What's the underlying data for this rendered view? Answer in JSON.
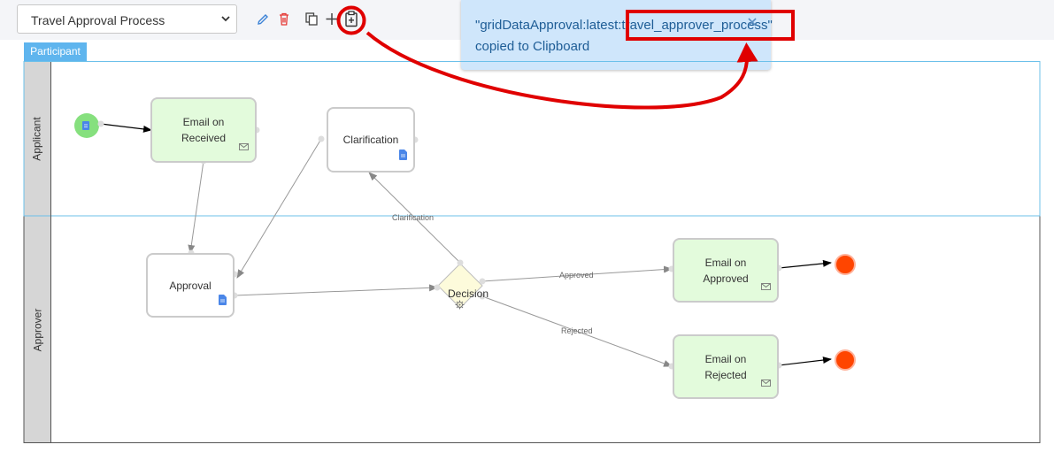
{
  "toolbar": {
    "process_select": "Travel Approval Process",
    "icons": [
      "edit-icon",
      "delete-icon",
      "copy-icon",
      "add-icon",
      "clipboard-icon"
    ]
  },
  "toast": {
    "line1_prefix": "\"gridDataApproval:latest:",
    "line1_highlight": "travel_approver_process",
    "line1_suffix": "\"",
    "line2": "copied to Clipboard"
  },
  "participant": {
    "label": "Participant"
  },
  "lanes": [
    {
      "name": "Applicant"
    },
    {
      "name": "Approver"
    }
  ],
  "nodes": {
    "email_received": "Email on Received",
    "clarification": "Clarification",
    "approval": "Approval",
    "decision": "Decision",
    "email_approved": "Email on Approved",
    "email_rejected": "Email on Rejected"
  },
  "edges": {
    "clarification": "Clarification",
    "approved": "Approved",
    "rejected": "Rejected"
  },
  "colors": {
    "accent": "#5fb5ee",
    "annotation": "#e00000",
    "task_green": "#e3fbdc",
    "end_event": "#ff4500",
    "start_event": "#86e07e"
  }
}
